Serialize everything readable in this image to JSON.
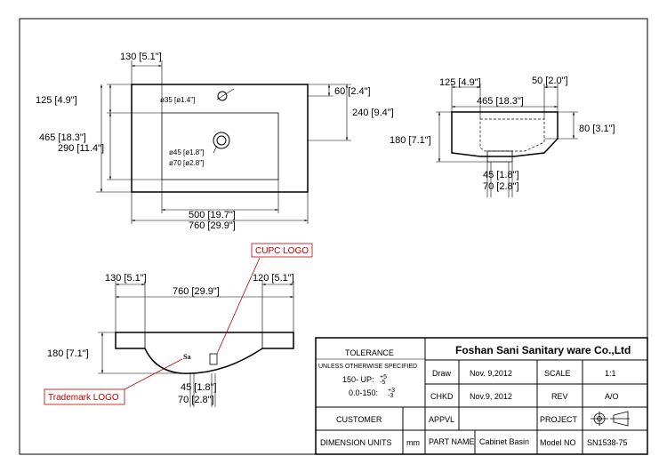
{
  "top_view": {
    "dims": {
      "d130": "130 [5.1\"]",
      "d125": "125 [4.9\"]",
      "d60": "60 [2.4\"]",
      "d240": "240 [9.4\"]",
      "d465": "465 [18.3\"]",
      "d290": "290 [11.4\"]",
      "d500": "500 [19.7\"]",
      "d760": "760 [29.9\"]",
      "faucet_hole": "ø35 [ø1.4\"]",
      "drain_inner": "ø45 [ø1.8\"]",
      "drain_outer": "ø70 [ø2.8\"]"
    }
  },
  "side_view": {
    "dims": {
      "d125": "125 [4.9\"]",
      "d50": "50 [2.0\"]",
      "d465": "465 [18.3\"]",
      "d180": "180 [7.1\"]",
      "d80": "80 [3.1\"]",
      "d45": "45 [1.8\"]",
      "d70": "70 [2.8\"]"
    }
  },
  "front_view": {
    "dims": {
      "d130": "130 [5.1\"]",
      "d120": "120 [5.1\"]",
      "d760": "760 [29.9\"]",
      "d180": "180 [7.1\"]",
      "d45": "45 [1.8\"]",
      "d70": "70 [2.8\"]"
    },
    "cupc_label": "CUPC LOGO",
    "trademark_label": "Trademark LOGO",
    "logo_text": "Sa"
  },
  "title_block": {
    "tolerance_title": "TOLERANCE",
    "unless_text": "UNLESS OTHERWISE SPECIFIED",
    "tol1_range": "150- UP:",
    "tol1_val": "+5 -5",
    "tol1_plus": "+5",
    "tol1_minus": "-5",
    "tol2_range": "0.0-150:",
    "tol2_plus": "+3",
    "tol2_minus": "-3",
    "company": "Foshan Sani Sanitary ware Co.,Ltd",
    "draw_label": "Draw",
    "draw_date": "Nov. 9,2012",
    "scale_label": "SCALE",
    "scale_value": "1:1",
    "chkd_label": "CHKD",
    "chkd_date": "Nov.9, 2012",
    "rev_label": "REV",
    "rev_value": "A/O",
    "customer_label": "CUSTOMER",
    "appvl_label": "APPVL",
    "project_label": "PROJECT",
    "dim_units_label": "DIMENSION UNITS",
    "dim_units_value": "mm",
    "part_name_label": "PART NAME",
    "part_name_value": "Cabinet Basin",
    "model_no_label": "Model NO",
    "model_no_value": "SN1538-75"
  }
}
